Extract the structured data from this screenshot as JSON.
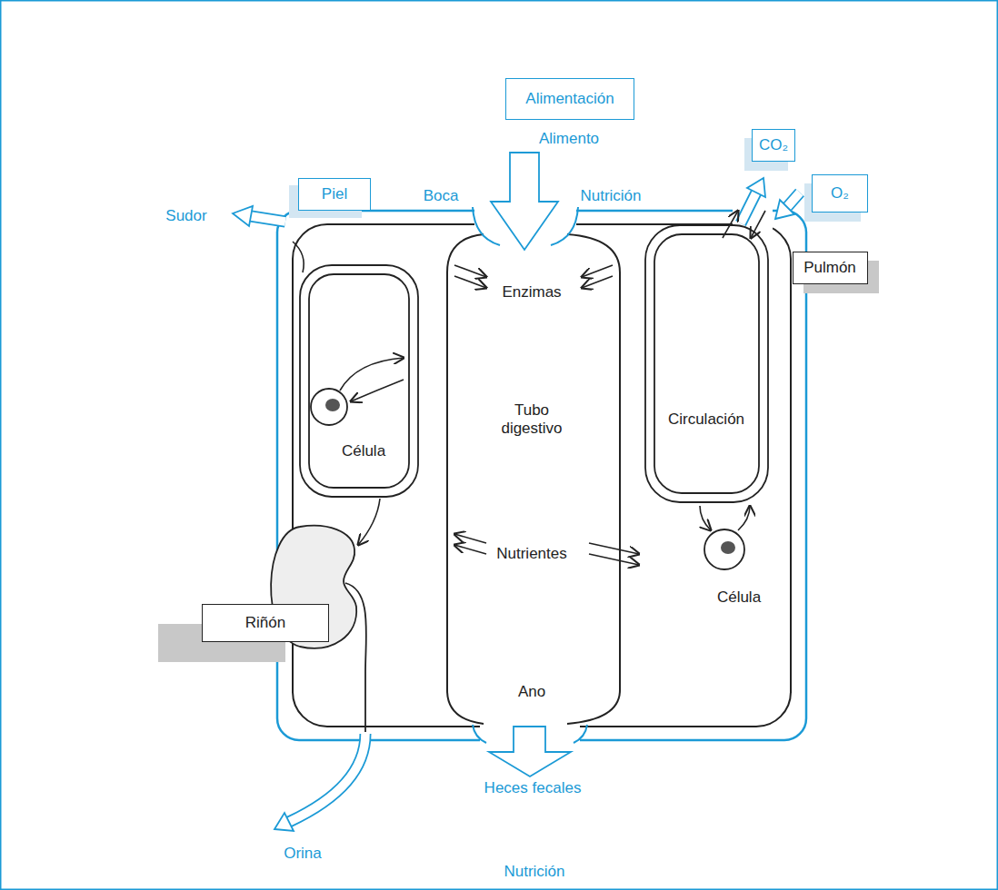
{
  "diagram": {
    "nodes": [
      {
        "text": [
          "Alimentación"
        ]
      },
      {
        "text": [
          "CO₂"
        ]
      },
      {
        "text": [
          "Piel"
        ]
      },
      {
        "text": [
          "O₂"
        ]
      },
      {
        "text": [
          "Pulmón"
        ]
      },
      {
        "text": [
          "Riñón"
        ]
      }
    ],
    "labels": [
      "Alimento",
      "Boca",
      "Nutrición",
      "Sudor",
      "Enzimas",
      "Tubo digestivo",
      "Circulación",
      "Célula",
      "Nutrientes",
      "Célula",
      "Ano",
      "Heces fecales",
      "Orina",
      "Nutrición"
    ]
  }
}
